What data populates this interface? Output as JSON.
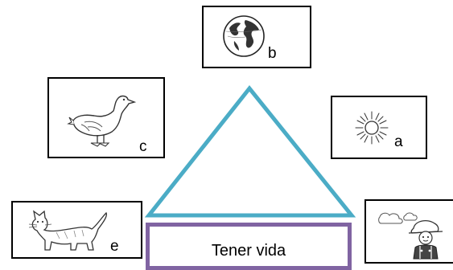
{
  "center_label": "Tener vida",
  "triangle_color": "#4bacc6",
  "label_border_color": "#8064a2",
  "cards": {
    "b": {
      "letter": "b",
      "icon": "globe-icon"
    },
    "a": {
      "letter": "a",
      "icon": "sun-icon"
    },
    "c": {
      "letter": "c",
      "icon": "duck-icon"
    },
    "e": {
      "letter": "e",
      "icon": "cat-icon"
    },
    "f": {
      "letter": "",
      "icon": "child-icon"
    }
  }
}
